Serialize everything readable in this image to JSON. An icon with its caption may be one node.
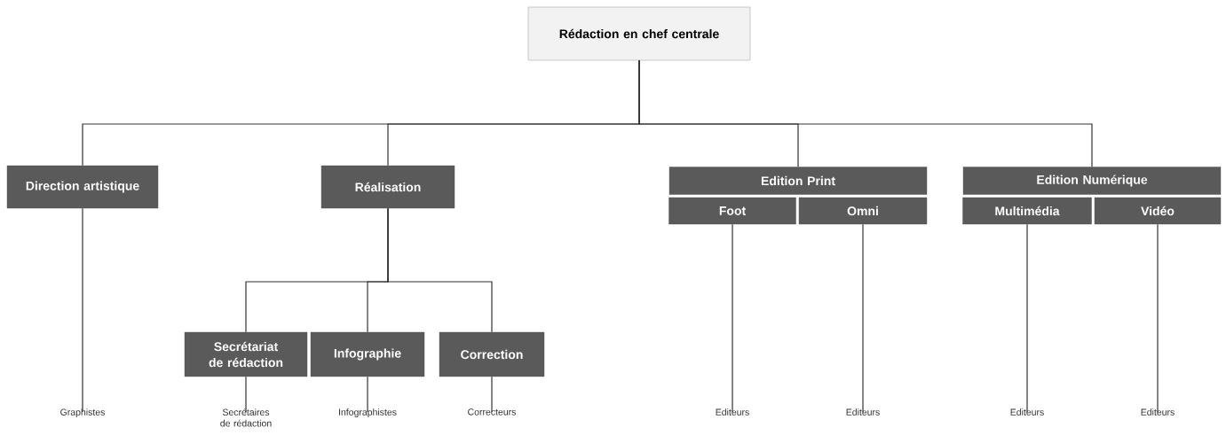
{
  "diagram": {
    "nodes": [
      {
        "text": [
          "Rédaction en chef centrale"
        ]
      },
      {
        "text": [
          "Direction artistique"
        ]
      },
      {
        "text": [
          "Réalisation"
        ]
      },
      {
        "text": [
          "Edition Print"
        ]
      },
      {
        "text": [
          "Foot"
        ]
      },
      {
        "text": [
          "Omni"
        ]
      },
      {
        "text": [
          "Edition Numérique"
        ]
      },
      {
        "text": [
          "Multimédia"
        ]
      },
      {
        "text": [
          "Vidéo"
        ]
      },
      {
        "text": [
          "Secrétariat de rédaction"
        ]
      },
      {
        "text": [
          "Infographie"
        ]
      },
      {
        "text": [
          "Correction"
        ]
      },
      {
        "text": [
          "Graphistes"
        ]
      },
      {
        "text": [
          "Secrétaires de rédaction"
        ]
      },
      {
        "text": [
          "Infographistes"
        ]
      },
      {
        "text": [
          "Correcteurs"
        ]
      },
      {
        "text": [
          "Editeurs"
        ]
      },
      {
        "text": [
          "Editeurs"
        ]
      },
      {
        "text": [
          "Editeurs"
        ]
      },
      {
        "text": [
          "Editeurs"
        ]
      }
    ],
    "edges": [
      {
        "from": 0,
        "to": 1,
        "arrow": "none"
      },
      {
        "from": 0,
        "to": 2,
        "arrow": "none"
      },
      {
        "from": 0,
        "to": 3,
        "arrow": "none"
      },
      {
        "from": 0,
        "to": 6,
        "arrow": "none"
      },
      {
        "from": 2,
        "to": 9,
        "arrow": "none"
      },
      {
        "from": 2,
        "to": 10,
        "arrow": "none"
      },
      {
        "from": 2,
        "to": 11,
        "arrow": "none"
      },
      {
        "from": 1,
        "to": 12,
        "arrow": "none"
      },
      {
        "from": 9,
        "to": 13,
        "arrow": "none"
      },
      {
        "from": 10,
        "to": 14,
        "arrow": "none"
      },
      {
        "from": 11,
        "to": 15,
        "arrow": "none"
      },
      {
        "from": 4,
        "to": 16,
        "arrow": "none"
      },
      {
        "from": 5,
        "to": 17,
        "arrow": "none"
      },
      {
        "from": 7,
        "to": 18,
        "arrow": "none"
      },
      {
        "from": 8,
        "to": 19,
        "arrow": "none"
      }
    ]
  }
}
